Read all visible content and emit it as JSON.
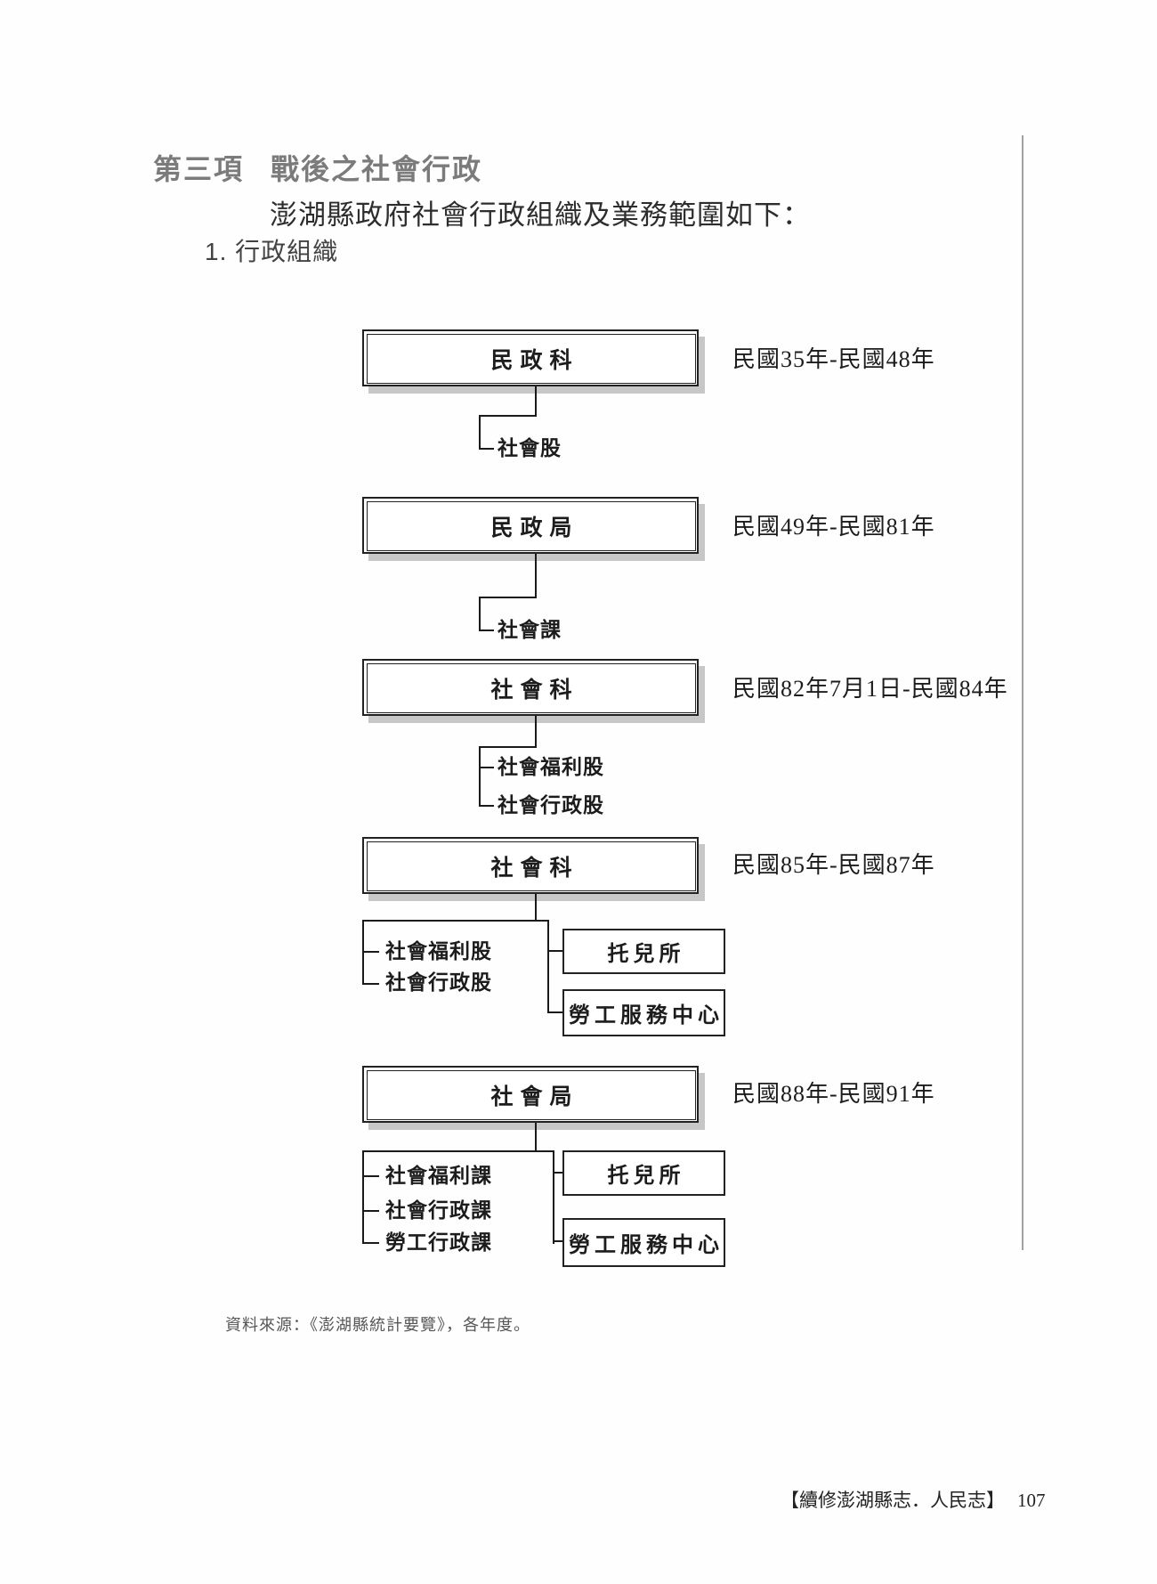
{
  "page": {
    "section_label": "第三項",
    "section_title": "戰後之社會行政",
    "intro_text": "澎湖縣政府社會行政組織及業務範圍如下：",
    "list_heading": "1. 行政組織",
    "source_note": "資料來源：《澎湖縣統計要覽》，各年度。",
    "footer_book": "【續修澎湖縣志．人民志】",
    "footer_page": "107"
  },
  "org_charts": [
    {
      "box": "民政科",
      "period": "民國35年-民國48年",
      "sub_units": [
        "社會股"
      ],
      "attached_units": []
    },
    {
      "box": "民政局",
      "period": "民國49年-民國81年",
      "sub_units": [
        "社會課"
      ],
      "attached_units": []
    },
    {
      "box": "社會科",
      "period": "民國82年7月1日-民國84年",
      "sub_units": [
        "社會福利股",
        "社會行政股"
      ],
      "attached_units": []
    },
    {
      "box": "社會科",
      "period": "民國85年-民國87年",
      "sub_units": [
        "社會福利股",
        "社會行政股"
      ],
      "attached_units": [
        "托兒所",
        "勞工服務中心"
      ]
    },
    {
      "box": "社會局",
      "period": "民國88年-民國91年",
      "sub_units": [
        "社會福利課",
        "社會行政課",
        "勞工行政課"
      ],
      "attached_units": [
        "托兒所",
        "勞工服務中心"
      ]
    }
  ]
}
